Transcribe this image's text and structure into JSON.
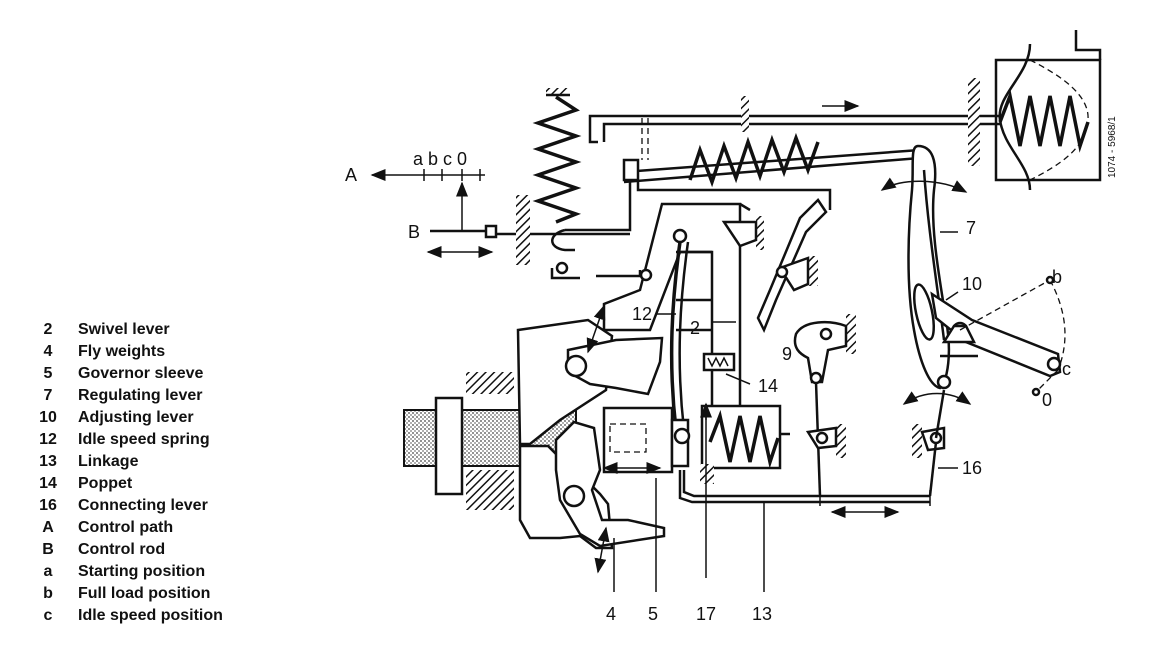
{
  "title": "",
  "drawing_code": "1074 - 5968/1",
  "callouts": {
    "n2": "2",
    "n4": "4",
    "n5": "5",
    "n7": "7",
    "n9": "9",
    "n10": "10",
    "n12": "12",
    "n13": "13",
    "n14": "14",
    "n16": "16",
    "n17": "17",
    "A": "A",
    "B": "B",
    "a": "a",
    "b": "b",
    "c": "c",
    "zero": "0"
  },
  "scale_labels": "a b c 0",
  "legend": [
    {
      "key": "2",
      "text": "Swivel lever"
    },
    {
      "key": "4",
      "text": "Fly weights"
    },
    {
      "key": "5",
      "text": "Governor sleeve"
    },
    {
      "key": "7",
      "text": "Regulating lever"
    },
    {
      "key": "10",
      "text": "Adjusting lever"
    },
    {
      "key": "12",
      "text": "Idle speed spring"
    },
    {
      "key": "13",
      "text": "Linkage"
    },
    {
      "key": "14",
      "text": "Poppet"
    },
    {
      "key": "16",
      "text": "Connecting lever"
    },
    {
      "key": "A",
      "text": "Control path"
    },
    {
      "key": "B",
      "text": "Control rod"
    },
    {
      "key": "a",
      "text": "Starting position"
    },
    {
      "key": "b",
      "text": "Full load position"
    },
    {
      "key": "c",
      "text": "Idle speed position"
    }
  ]
}
